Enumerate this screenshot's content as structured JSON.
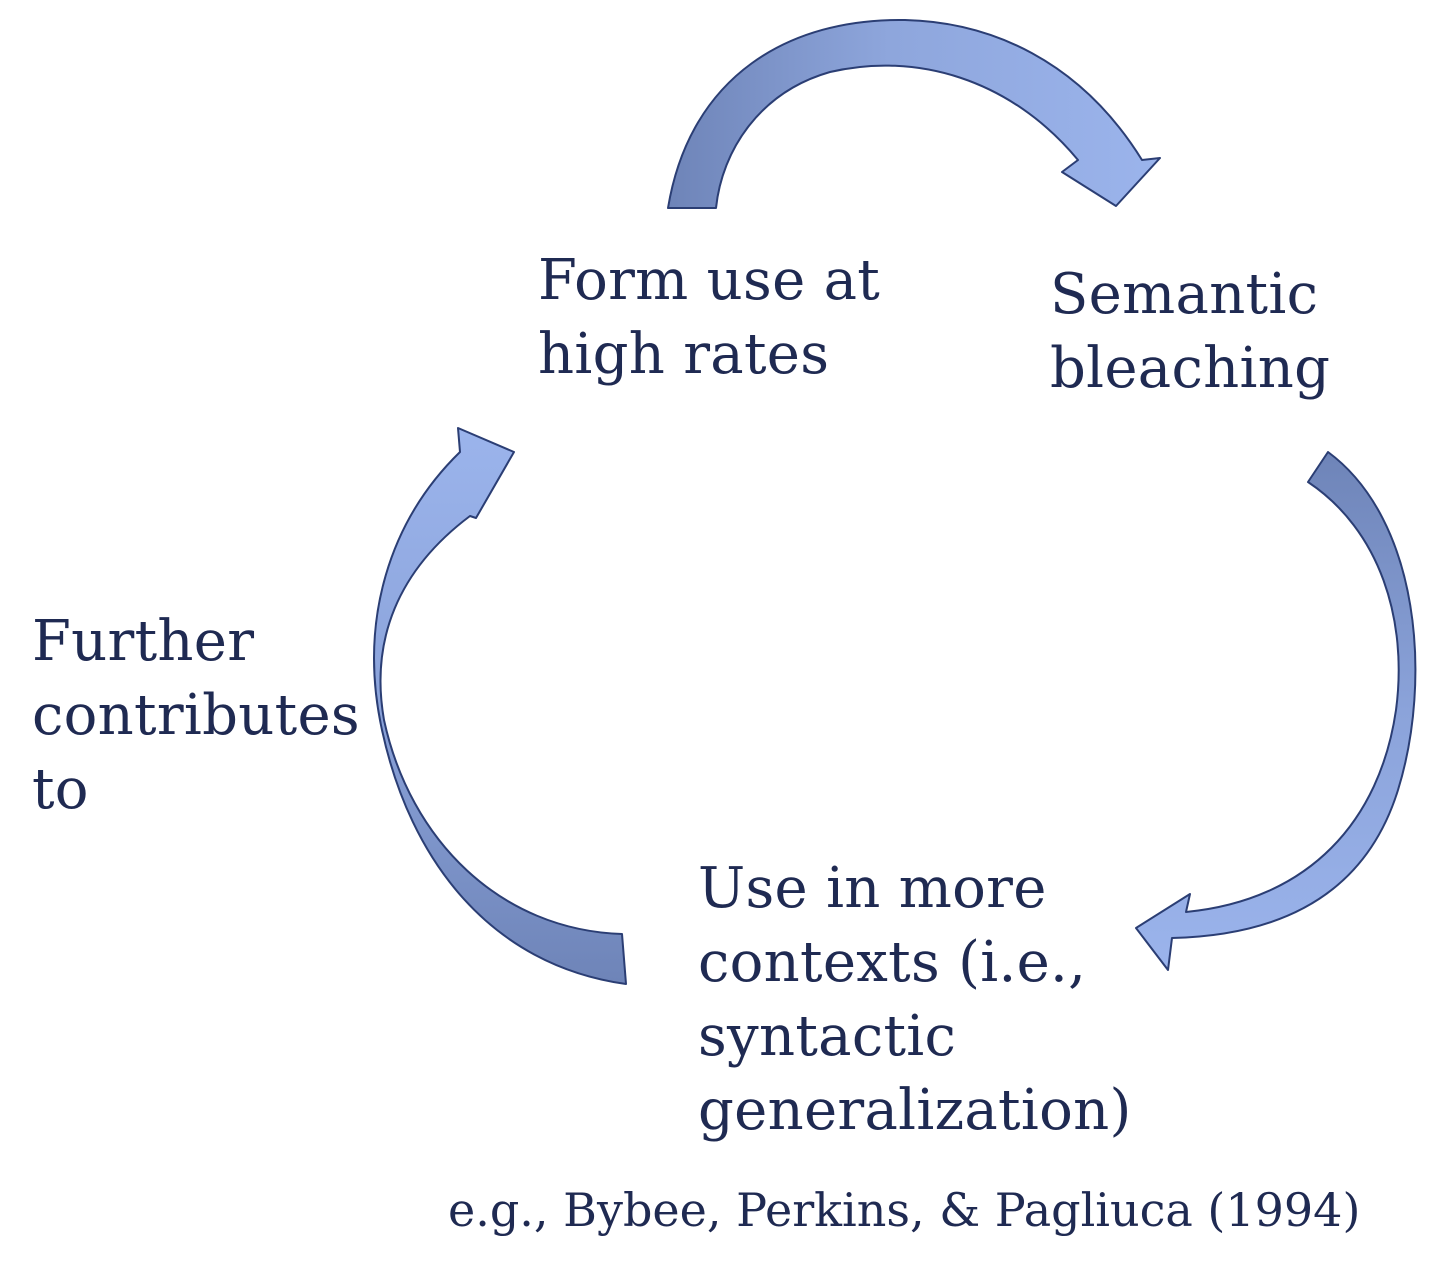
{
  "diagram": {
    "nodes": [
      {
        "id": "form-use",
        "lines": [
          "Form use at",
          "high rates"
        ]
      },
      {
        "id": "semantic-bleaching",
        "lines": [
          "Semantic",
          "bleaching"
        ]
      },
      {
        "id": "use-in-more-contexts",
        "lines": [
          "Use in more",
          "contexts (i.e.,",
          "syntactic",
          "generalization)"
        ]
      }
    ],
    "edges": [
      {
        "from": "form-use",
        "to": "semantic-bleaching"
      },
      {
        "from": "semantic-bleaching",
        "to": "use-in-more-contexts"
      },
      {
        "from": "use-in-more-contexts",
        "to": "form-use",
        "label": [
          "Further",
          "contributes",
          "to"
        ]
      }
    ],
    "citation": "e.g., Bybee, Perkins, & Pagliuca (1994)"
  },
  "colors": {
    "arrow_light": "#93aee8",
    "arrow_dark": "#6e84b8",
    "arrow_outline": "#2b3e74",
    "text": "#1f2a52"
  }
}
